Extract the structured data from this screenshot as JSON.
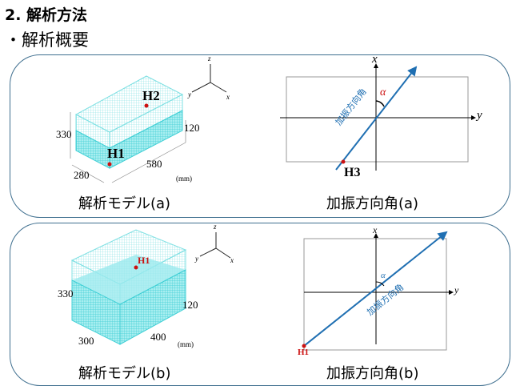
{
  "slide": {
    "title": "2. 解析方法",
    "subtitle": "・解析概要"
  },
  "panel_a": {
    "model": {
      "caption": "解析モデル(a)",
      "dims": {
        "height": "330",
        "upper": "120",
        "width": "280",
        "length": "580"
      },
      "unit": "(mm)",
      "points": [
        "H1",
        "H2"
      ],
      "axes": [
        "x",
        "y",
        "z"
      ]
    },
    "angle": {
      "caption": "加振方向角(a)",
      "arrow_label": "加振方向角",
      "angle_symbol": "α",
      "point": "H3",
      "axes": [
        "x",
        "y"
      ]
    }
  },
  "panel_b": {
    "model": {
      "caption": "解析モデル(b)",
      "dims": {
        "height": "330",
        "upper": "120",
        "width": "300",
        "length": "400"
      },
      "unit": "(mm)",
      "points": [
        "H1"
      ],
      "axes": [
        "x",
        "y",
        "z"
      ]
    },
    "angle": {
      "caption": "加振方向角(b)",
      "arrow_label": "加振方向角",
      "angle_symbol": "α",
      "point": "H1",
      "axes": [
        "x",
        "y"
      ]
    }
  },
  "colors": {
    "mesh": "#5fd8dc",
    "accent": "#1f6fb2",
    "point": "#cc1111",
    "border": "#3f6f8f"
  }
}
